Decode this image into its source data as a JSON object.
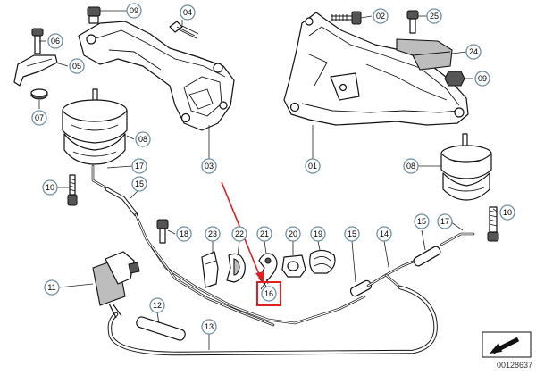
{
  "callouts": {
    "c01": "01",
    "c02": "02",
    "c03": "03",
    "c04": "04",
    "c05": "05",
    "c06": "06",
    "c07": "07",
    "c08a": "08",
    "c08b": "08",
    "c09a": "09",
    "c09b": "09",
    "c10a": "10",
    "c10b": "10",
    "c11": "11",
    "c12": "12",
    "c13": "13",
    "c14": "14",
    "c15a": "15",
    "c15b": "15",
    "c15c": "15",
    "c16": "16",
    "c17a": "17",
    "c17b": "17",
    "c18": "18",
    "c19": "19",
    "c20": "20",
    "c21": "21",
    "c22": "22",
    "c23": "23",
    "c24": "24",
    "c25": "25"
  },
  "highlight": {
    "part": "16",
    "color": "#e02020"
  },
  "reference_number": "00128637",
  "colors": {
    "callout_ring": "#6f8fa6",
    "highlight": "#e02020",
    "line": "#111111"
  }
}
